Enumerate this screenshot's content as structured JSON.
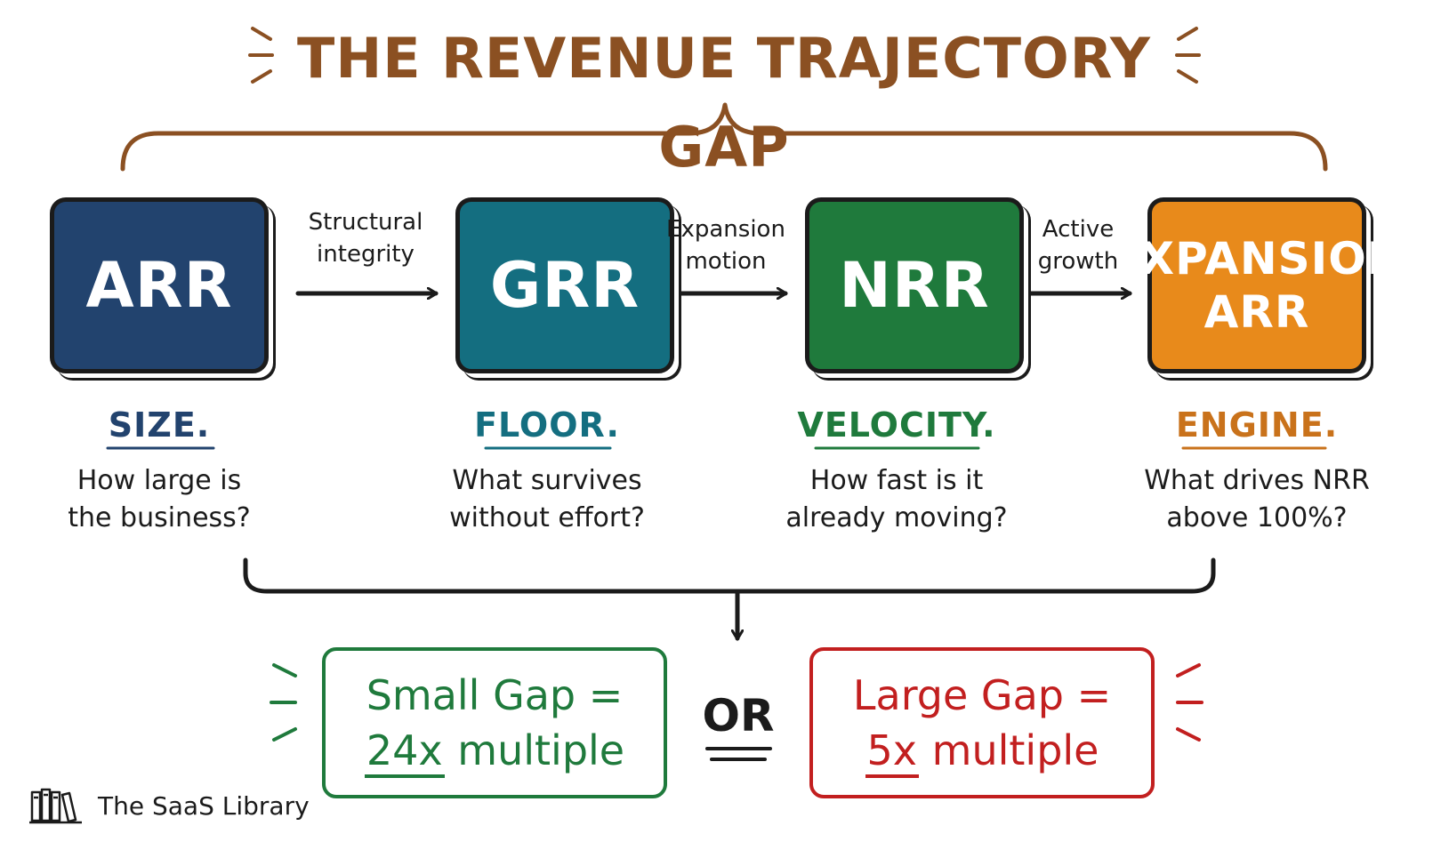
{
  "title": "THE REVENUE TRAJECTORY GAP",
  "colors": {
    "arr": "#22436e",
    "grr": "#146e80",
    "nrr": "#1f7a3c",
    "expansion": "#e88a1b",
    "title": "#8b5022",
    "small_gap": "#1f7a3c",
    "large_gap": "#c21f1f"
  },
  "boxes": {
    "arr": "ARR",
    "grr": "GRR",
    "nrr": "NRR",
    "expansion_line1": "EXPANSION",
    "expansion_line2": "ARR"
  },
  "arrows": {
    "a1_line1": "Structural",
    "a1_line2": "integrity",
    "a2_line1": "Expansion",
    "a2_line2": "motion",
    "a3_line1": "Active",
    "a3_line2": "growth"
  },
  "keywords": {
    "size": "SIZE.",
    "floor": "FLOOR.",
    "velocity": "VELOCITY.",
    "engine": "ENGINE."
  },
  "questions": {
    "q1_line1": "How large is",
    "q1_line2": "the business?",
    "q2_line1": "What survives",
    "q2_line2": "without effort?",
    "q3_line1": "How fast is it",
    "q3_line2": "already moving?",
    "q4_line1": "What drives NRR",
    "q4_line2": "above 100%?"
  },
  "outcomes": {
    "small_line1": "Small Gap =",
    "small_value": "24x",
    "small_rest": "multiple",
    "or": "OR",
    "large_line1": "Large Gap =",
    "large_value": "5x",
    "large_rest": "multiple"
  },
  "brand": {
    "icon": "library-books-icon",
    "name": "The SaaS Library"
  }
}
